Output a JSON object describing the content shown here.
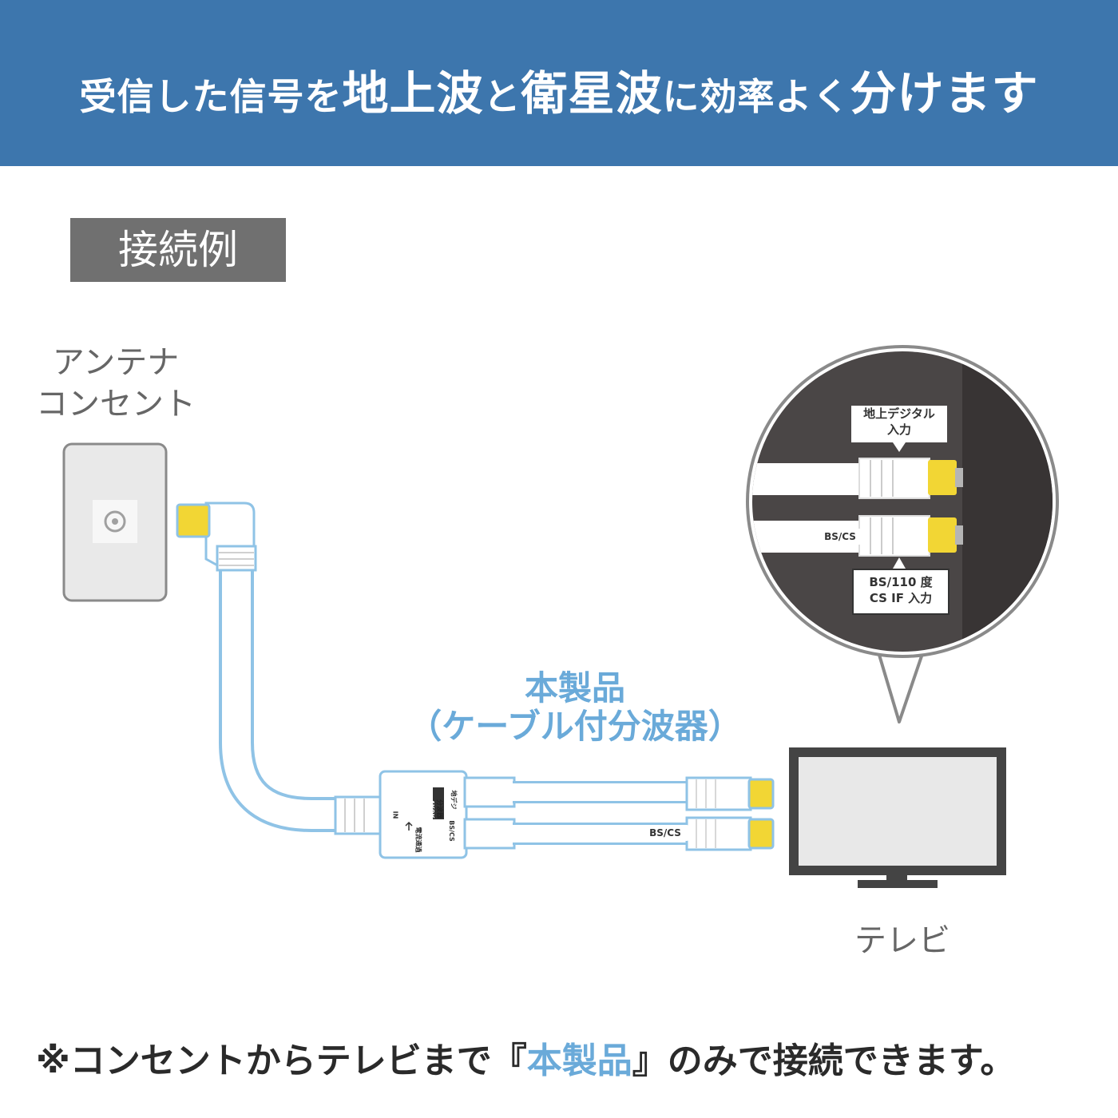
{
  "header": {
    "title_parts": [
      "受信した信号を",
      "地上波",
      "と",
      "衛星波",
      "に効率よく",
      "分けます"
    ],
    "bg_color": "#3d76ad"
  },
  "example_label": "接続例",
  "antenna": {
    "line1": "アンテナ",
    "line2": "コンセント"
  },
  "product": {
    "line1": "本製品",
    "line2": "（ケーブル付分波器）",
    "color": "#6aaad9"
  },
  "tv": {
    "label": "テレビ"
  },
  "zoom": {
    "terrestrial_input": {
      "line1": "地上デジタル",
      "line2": "入力"
    },
    "bscs_tag": "BS/CS",
    "bs_input": {
      "line1": "BS/110 度",
      "line2": "CS IF 入力"
    }
  },
  "splitter": {
    "brand_line1": "分波器",
    "brand_line2": "4K8K",
    "in_label": "IN",
    "out_terr_label": "地デジ",
    "out_bs_label": "BS/CS",
    "feed_label": "電流通過"
  },
  "cable": {
    "bscs_tag": "BS/CS"
  },
  "footnote": {
    "prefix": "※コンセントからテレビまで『",
    "highlight": "本製品",
    "suffix": "』のみで接続できます。"
  },
  "colors": {
    "connector_yellow": "#f2d634",
    "cable_outline": "#8fc3e6",
    "tv_frame": "#444444"
  }
}
